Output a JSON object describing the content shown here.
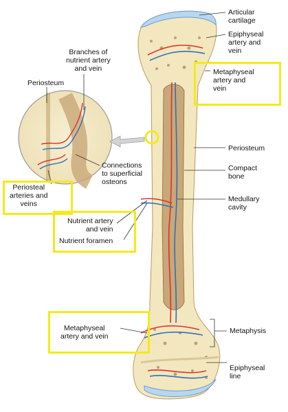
{
  "labels": {
    "articular_cartilage": "Articular\ncartilage",
    "epiphyseal_artery": "Epiphyseal\nartery and\nvein",
    "metaphyseal_top": "Metaphyseal\nartery and\nvein",
    "periosteum_right": "Periosteum",
    "compact_bone": "Compact\nbone",
    "medullary_cavity": "Medullary\ncavity",
    "metaphysis": "Metaphysis",
    "epiphyseal_line": "Epiphyseal\nline",
    "branches_nutrient": "Branches of\nnutrient artery\nand vein",
    "periosteum_left": "Periosteum",
    "connections": "Connections\nto superficial\nosteons",
    "periosteal_arteries": "Periosteal\narteries and\nveins",
    "nutrient_artery": "Nutrient artery\nand vein",
    "nutrient_foramen": "Nutrient foramen",
    "metaphyseal_bottom": "Metaphyseal\nartery and vein"
  },
  "colors": {
    "bone": "#f3e7bf",
    "marrow": "#c8a878",
    "artery": "#d9312b",
    "vein": "#2f6fb8",
    "highlight": "#f3ea1a",
    "cartilage": "#b8d6ef"
  }
}
